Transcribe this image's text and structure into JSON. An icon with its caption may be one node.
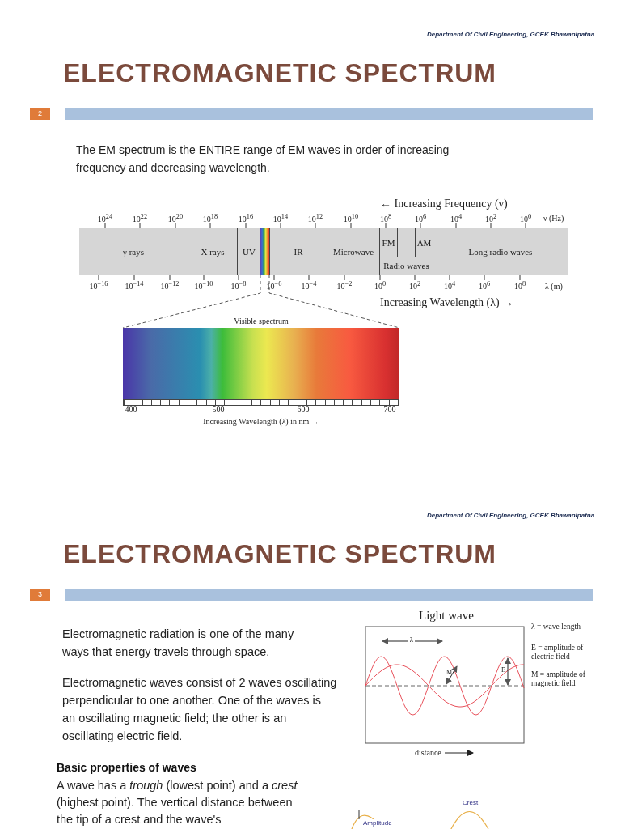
{
  "diagram": {
    "nodes": [
      {
        "text": [
          "γ rays"
        ]
      },
      {
        "text": [
          "X rays"
        ]
      },
      {
        "text": [
          "UV"
        ]
      },
      {
        "text": [],
        "shape": "bar"
      },
      {
        "text": [
          "IR"
        ]
      },
      {
        "text": [
          "Microwave"
        ]
      },
      {
        "text": [
          "FM"
        ]
      },
      {
        "text": [],
        "shape": "box"
      },
      {
        "text": [
          "AM"
        ]
      },
      {
        "text": [
          "Long radio waves"
        ]
      },
      {
        "text": [
          "Visible spectrum"
        ]
      }
    ],
    "edges": [
      {
        "from": 3,
        "to": 10,
        "arrow": "none",
        "style": "dashed"
      },
      {
        "from": 3,
        "to": 10,
        "arrow": "none",
        "style": "dashed"
      }
    ],
    "labels": [
      "Department Of Civil Engineering, GCEK Bhawanipatna",
      "ELECTROMAGNETIC SPECTRUM",
      "2",
      "The EM spectrum is the ENTIRE range of EM waves in order of increasing frequency and decreasing wavelength.",
      "← Increasing Frequency (ν)",
      "10$^{24}$",
      "10$^{22}$",
      "10$^{20}$",
      "10$^{18}$",
      "10$^{16}$",
      "10$^{14}$",
      "10$^{12}$",
      "10$^{10}$",
      "10$^{8}$",
      "10$^{6}$",
      "10$^{4}$",
      "10$^{2}$",
      "10$^{0}$",
      "ν (Hz)",
      "Radio waves",
      "10$^{−16}$",
      "10$^{−14}$",
      "10$^{−12}$",
      "10$^{−10}$",
      "10$^{−8}$",
      "10$^{−6}$",
      "10$^{−4}$",
      "10$^{−2}$",
      "10$^{0}$",
      "10$^{2}$",
      "10$^{4}$",
      "10$^{6}$",
      "10$^{8}$",
      "λ (m)",
      "Increasing Wavelength (λ) →",
      "400",
      "500",
      "600",
      "700",
      "Increasing Wavelength (λ) in nm →",
      "Department Of Civil Engineering, GCEK Bhawanipatna",
      "ELECTROMAGNETIC SPECTRUM",
      "3",
      "Electromagnetic radiation is one of the many ways that energy travels through space.",
      "Electromagnetic waves consist of 2 waves oscillating perpendicular to one another. One of the waves is an oscillating magnetic field; the other is an oscillating electric field.",
      "Light wave",
      "λ",
      "M",
      "E",
      "λ = wave length",
      "E = amplitude of electric field",
      "M = amplitude of magnetic field",
      "distance",
      "Basic properties of waves",
      "A wave has a *trough* (lowest point) and a *crest* (highest point). The vertical distance between the tip of a crest and the wave's",
      "Crest",
      "Amplitude"
    ]
  }
}
